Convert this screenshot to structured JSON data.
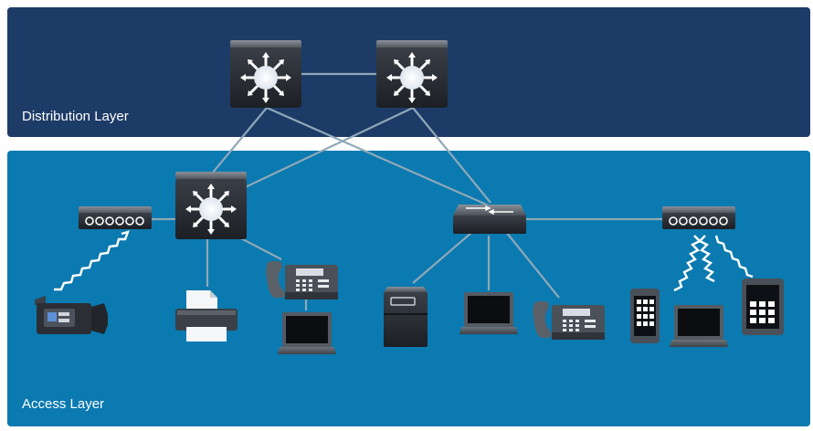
{
  "layers": {
    "distribution": {
      "label": "Distribution Layer"
    },
    "access": {
      "label": "Access Layer"
    }
  },
  "colors": {
    "distribution_bg": "#1d3b67",
    "access_bg": "#0a7ab0",
    "link": "#8fa8b8",
    "device_dark": "#2a2e35",
    "device_mid": "#4a5058",
    "screen": "#0b0d10"
  },
  "devices": [
    {
      "name": "distribution-multilayer-switch-left",
      "icon": "multilayer-switch-icon"
    },
    {
      "name": "distribution-multilayer-switch-right",
      "icon": "multilayer-switch-icon"
    },
    {
      "name": "access-multilayer-switch",
      "icon": "multilayer-switch-icon"
    },
    {
      "name": "access-workgroup-switch",
      "icon": "switch-icon"
    },
    {
      "name": "access-hub-left",
      "icon": "hub-icon"
    },
    {
      "name": "access-hub-right",
      "icon": "hub-icon"
    },
    {
      "name": "video-camera",
      "icon": "video-camera-icon"
    },
    {
      "name": "printer",
      "icon": "printer-icon"
    },
    {
      "name": "ip-phone",
      "icon": "ip-phone-icon"
    },
    {
      "name": "laptop",
      "icon": "laptop-icon"
    },
    {
      "name": "server",
      "icon": "server-icon"
    },
    {
      "name": "smartphone",
      "icon": "smartphone-icon"
    },
    {
      "name": "tablet",
      "icon": "tablet-icon"
    }
  ]
}
